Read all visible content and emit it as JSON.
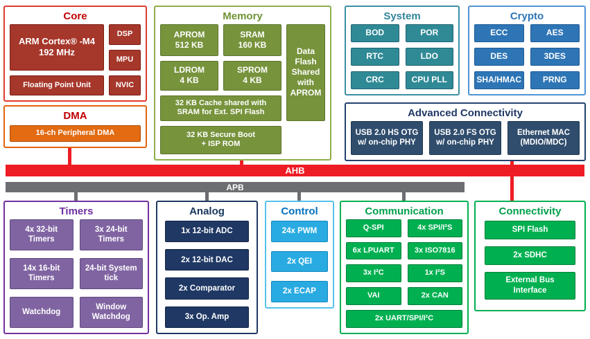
{
  "colors": {
    "ahb_red": "#ee1c25",
    "apb_gray": "#6d6e71",
    "core_red": "#c00000",
    "dma_orange": "#e36b12",
    "memory_green": "#77933c",
    "system_teal": "#31859c",
    "crypto_blue": "#2e75b6",
    "advanced_navy": "#1f3864",
    "timers_purple": "#7030a0",
    "analog_navy": "#1f3864",
    "control_blue": "#29abe2",
    "comm_green": "#00b050"
  },
  "buses": {
    "ahb": "AHB",
    "apb": "APB"
  },
  "core": {
    "title": "Core",
    "cpu": "ARM Cortex® -M4\n192 MHz",
    "dsp": "DSP",
    "mpu": "MPU",
    "fpu": "Floating Point Unit",
    "nvic": "NVIC"
  },
  "dma": {
    "title": "DMA",
    "pdma": "16-ch Peripheral DMA"
  },
  "memory": {
    "title": "Memory",
    "aprom": "APROM\n512 KB",
    "sram": "SRAM\n160 KB",
    "ldrom": "LDROM\n4 KB",
    "sprom": "SPROM\n4 KB",
    "data_flash": "Data\nFlash\nShared\nwith\nAPROM",
    "cache": "32 KB Cache shared with\nSRAM for  Ext. SPI Flash",
    "secure_boot": "32 KB Secure Boot\n+ ISP ROM"
  },
  "system": {
    "title": "System",
    "items": [
      "BOD",
      "POR",
      "RTC",
      "LDO",
      "CRC",
      "CPU PLL"
    ]
  },
  "crypto": {
    "title": "Crypto",
    "items": [
      "ECC",
      "AES",
      "DES",
      "3DES",
      "SHA/HMAC",
      "PRNG"
    ]
  },
  "advanced": {
    "title": "Advanced Connectivity",
    "usb_hs": "USB 2.0 HS OTG\nw/ on-chip PHY",
    "usb_fs": "USB 2.0 FS OTG\nw/ on-chip PHY",
    "ethernet": "Ethernet MAC\n(MDIO/MDC)"
  },
  "timers": {
    "title": "Timers",
    "items": [
      "4x 32-bit\nTimers",
      "3x 24-bit\nTimers",
      "14x 16-bit\nTimers",
      "24-bit System\ntick",
      "Watchdog",
      "Window\nWatchdog"
    ]
  },
  "analog": {
    "title": "Analog",
    "items": [
      "1x 12-bit ADC",
      "2x 12-bit DAC",
      "2x Comparator",
      "3x Op. Amp"
    ]
  },
  "control": {
    "title": "Control",
    "items": [
      "24x PWM",
      "2x QEI",
      "2x ECAP"
    ]
  },
  "communication": {
    "title": "Communication",
    "items": [
      "Q-SPI",
      "4x SPI/I²S",
      "6x LPUART",
      "3x ISO7816",
      "3x I²C",
      "1x I²S",
      "VAI",
      "2x CAN"
    ],
    "wide": "2x UART/SPI/I²C"
  },
  "connectivity": {
    "title": "Connectivity",
    "items": [
      "SPI Flash",
      "2x SDHC",
      "External Bus\nInterface"
    ]
  }
}
